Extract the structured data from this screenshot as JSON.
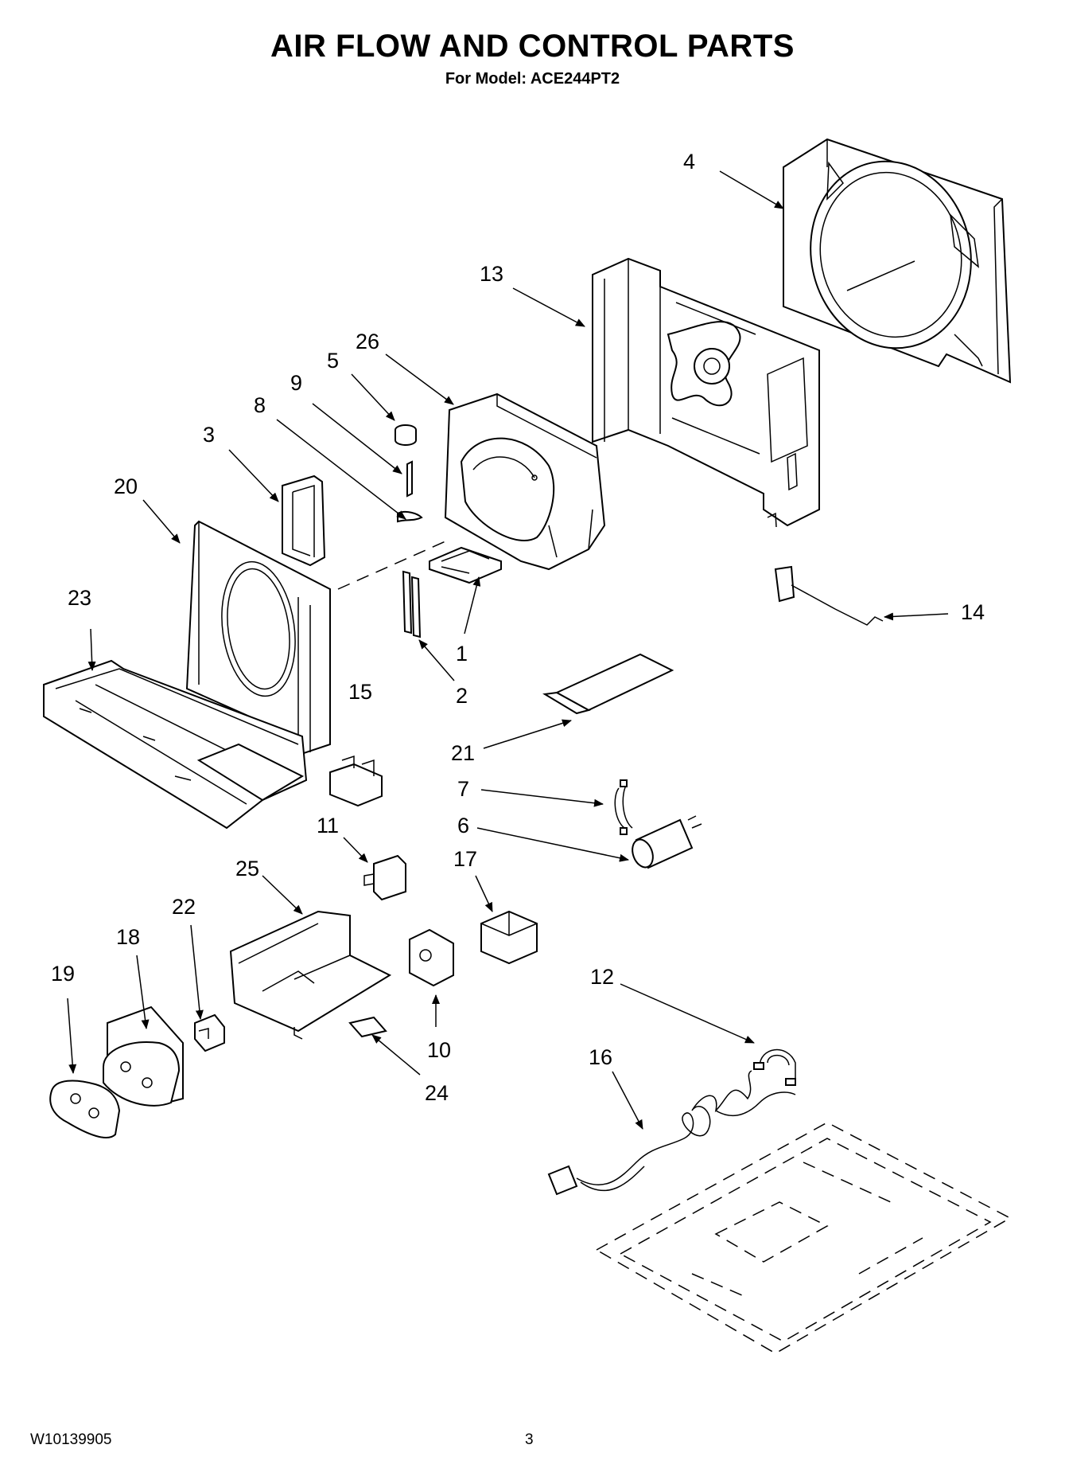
{
  "header": {
    "title": "AIR FLOW AND CONTROL PARTS",
    "subtitle": "For Model: ACE244PT2"
  },
  "footer": {
    "doc_number": "W10139905",
    "page_number": "3"
  },
  "callouts": [
    {
      "id": "1",
      "text": "1"
    },
    {
      "id": "2",
      "text": "2"
    },
    {
      "id": "3",
      "text": "3"
    },
    {
      "id": "4",
      "text": "4"
    },
    {
      "id": "5",
      "text": "5"
    },
    {
      "id": "6",
      "text": "6"
    },
    {
      "id": "7",
      "text": "7"
    },
    {
      "id": "8",
      "text": "8"
    },
    {
      "id": "9",
      "text": "9"
    },
    {
      "id": "10",
      "text": "10"
    },
    {
      "id": "11",
      "text": "11"
    },
    {
      "id": "12",
      "text": "12"
    },
    {
      "id": "13",
      "text": "13"
    },
    {
      "id": "14",
      "text": "14"
    },
    {
      "id": "15",
      "text": "15"
    },
    {
      "id": "16",
      "text": "16"
    },
    {
      "id": "17",
      "text": "17"
    },
    {
      "id": "18",
      "text": "18"
    },
    {
      "id": "19",
      "text": "19"
    },
    {
      "id": "20",
      "text": "20"
    },
    {
      "id": "21",
      "text": "21"
    },
    {
      "id": "22",
      "text": "22"
    },
    {
      "id": "23",
      "text": "23"
    },
    {
      "id": "24",
      "text": "24"
    },
    {
      "id": "25",
      "text": "25"
    },
    {
      "id": "26",
      "text": "26"
    }
  ]
}
